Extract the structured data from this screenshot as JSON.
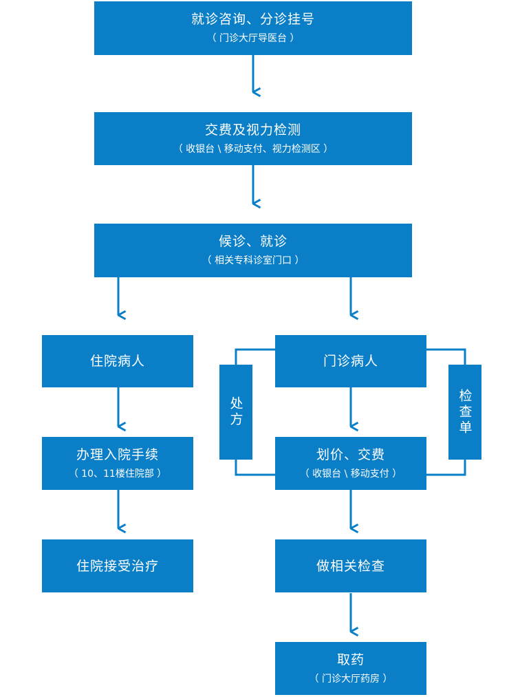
{
  "colors": {
    "box": "#0a7fc8",
    "line": "#0a7fc8",
    "background": "#ffffff"
  },
  "nodes": {
    "consult": {
      "title": "就诊咨询、分诊挂号",
      "sub": "（ 门诊大厅导医台 ）"
    },
    "payment": {
      "title": "交费及视力检测",
      "sub": "（ 收银台 \\ 移动支付、视力检测区 ）"
    },
    "waiting": {
      "title": "候诊、就诊",
      "sub": "（ 相关专科诊室门口 ）"
    },
    "inpatient": {
      "title": "住院病人"
    },
    "admission": {
      "title": "办理入院手续",
      "sub": "（ 10、11楼住院部 ）"
    },
    "treatment": {
      "title": "住院接受治疗"
    },
    "outpatient": {
      "title": "门诊病人"
    },
    "pricing": {
      "title": "划价、交费",
      "sub": "（ 收银台 \\ 移动支付 ）"
    },
    "exam": {
      "title": "做相关检查"
    },
    "medicine": {
      "title": "取药",
      "sub": "（ 门诊大厅药房 ）"
    },
    "prescription": {
      "title": "处方"
    },
    "checklist": {
      "title": "检查单"
    }
  }
}
